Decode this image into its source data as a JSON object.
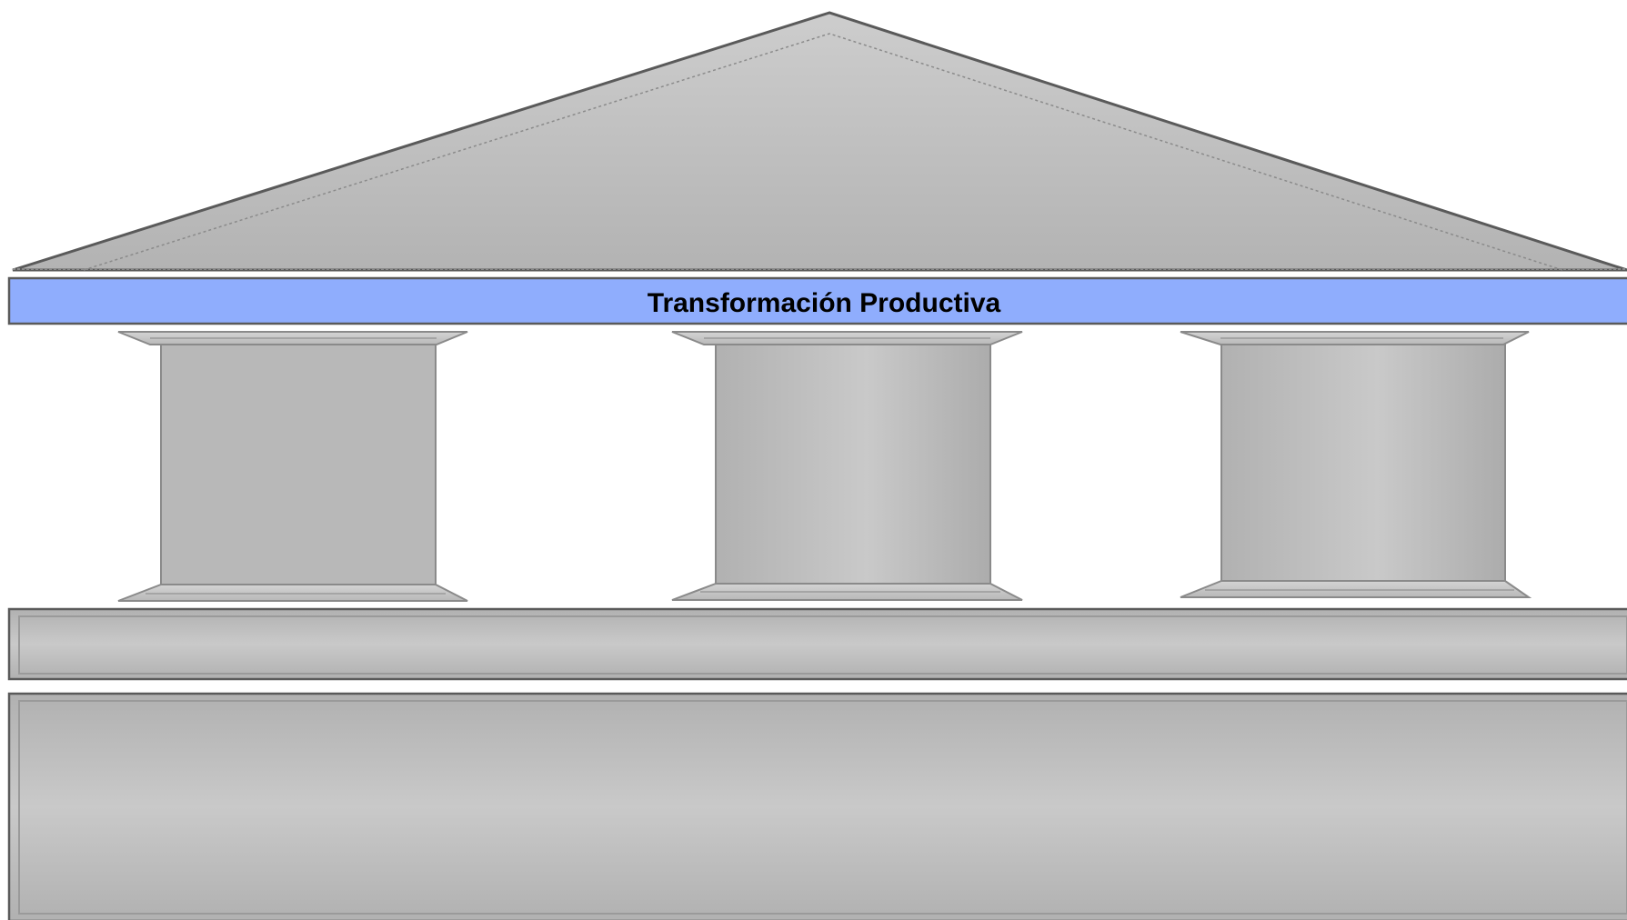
{
  "diagram": {
    "type": "temple",
    "banner": {
      "label": "Transformación Productiva"
    },
    "columns": [
      {
        "id": "column-left",
        "label": ""
      },
      {
        "id": "column-middle",
        "label": ""
      },
      {
        "id": "column-right",
        "label": ""
      }
    ],
    "base_upper": {
      "label": ""
    },
    "base_lower": {
      "label": ""
    }
  },
  "colors": {
    "banner_fill": "#8fadfd",
    "stone_light": "#c8c8c8",
    "stone_dark": "#b0b0b0",
    "outline": "#5a5a5a",
    "column_outline": "#8a8a8a"
  }
}
